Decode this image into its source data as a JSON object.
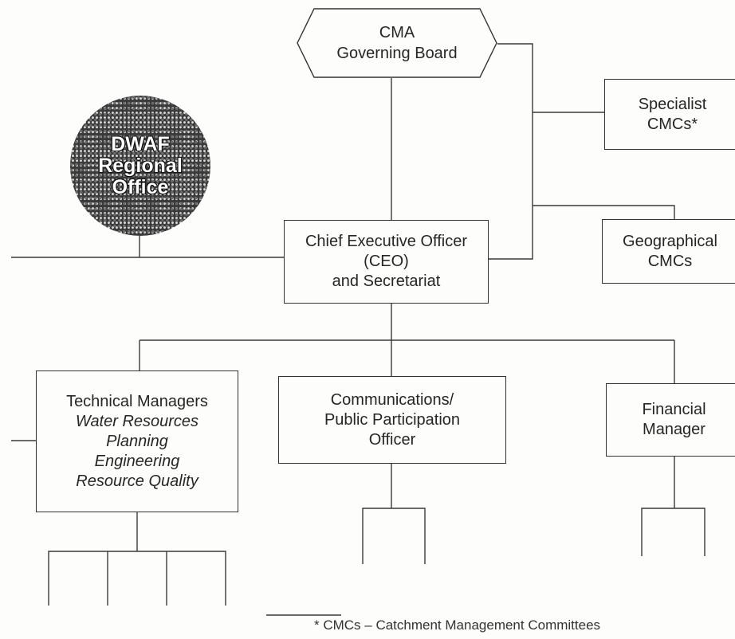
{
  "board": {
    "line1": "CMA",
    "line2": "Governing Board"
  },
  "regional_office": {
    "line1": "DWAF",
    "line2": "Regional",
    "line3": "Office"
  },
  "specialist_cmcs": {
    "line1": "Specialist",
    "line2": "CMCs*"
  },
  "geographical_cmcs": {
    "line1": "Geographical",
    "line2": "CMCs"
  },
  "ceo": {
    "line1": "Chief Executive Officer",
    "line2": "(CEO)",
    "line3": "and Secretariat"
  },
  "technical": {
    "title": "Technical Managers",
    "items": [
      "Water Resources",
      "Planning",
      "Engineering",
      "Resource Quality"
    ]
  },
  "communications": {
    "line1": "Communications/",
    "line2": "Public Participation",
    "line3": "Officer"
  },
  "financial": {
    "line1": "Financial",
    "line2": "Manager"
  },
  "footnote": "* CMCs – Catchment Management Committees"
}
